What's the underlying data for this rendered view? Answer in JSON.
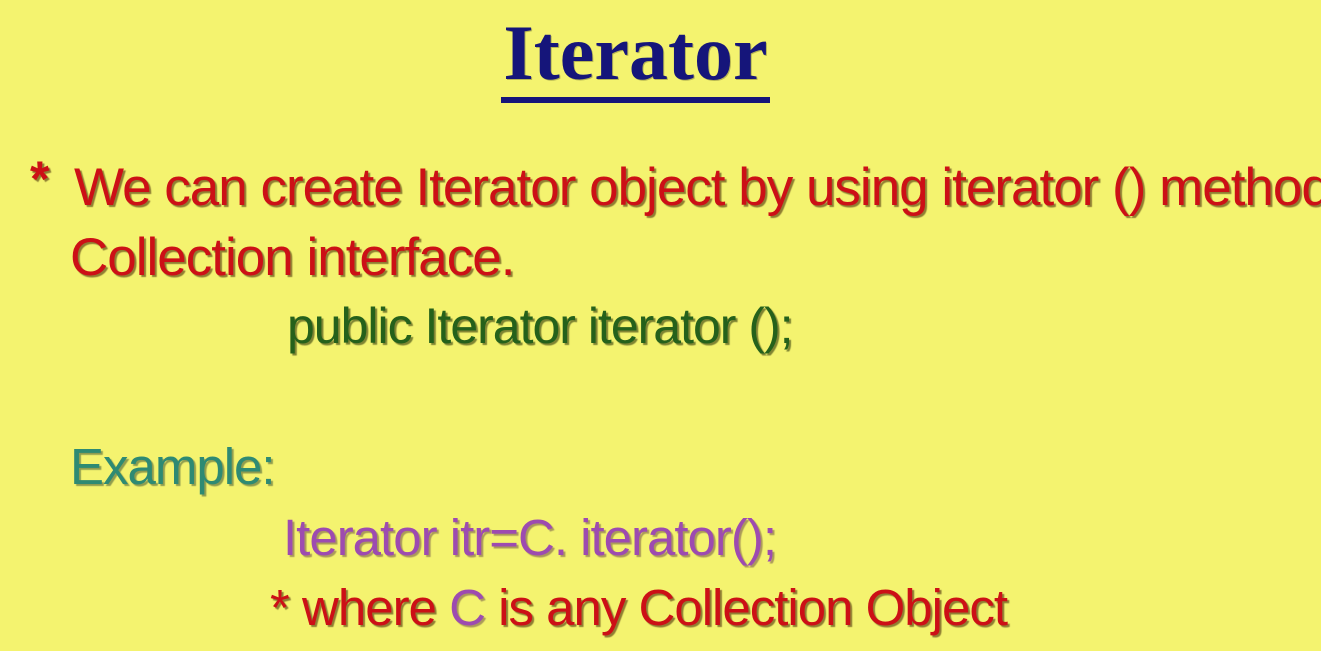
{
  "slide": {
    "title": "Iterator",
    "bullet_marker": "*",
    "point_line1": "We can create Iterator object by using iterator () method of",
    "point_line2": "Collection interface.",
    "method_signature": "public Iterator iterator ();",
    "example_label": "Example:",
    "example_code": "Iterator itr=C. iterator();",
    "note_prefix": "* where ",
    "note_var": "C",
    "note_suffix": " is any Collection Object"
  },
  "colors": {
    "background": "#f4f36f",
    "title": "#15157a",
    "point_text": "#cc1016",
    "code_signature": "#25611b",
    "example_label": "#2e8a73",
    "example_code": "#9d4bb0"
  }
}
